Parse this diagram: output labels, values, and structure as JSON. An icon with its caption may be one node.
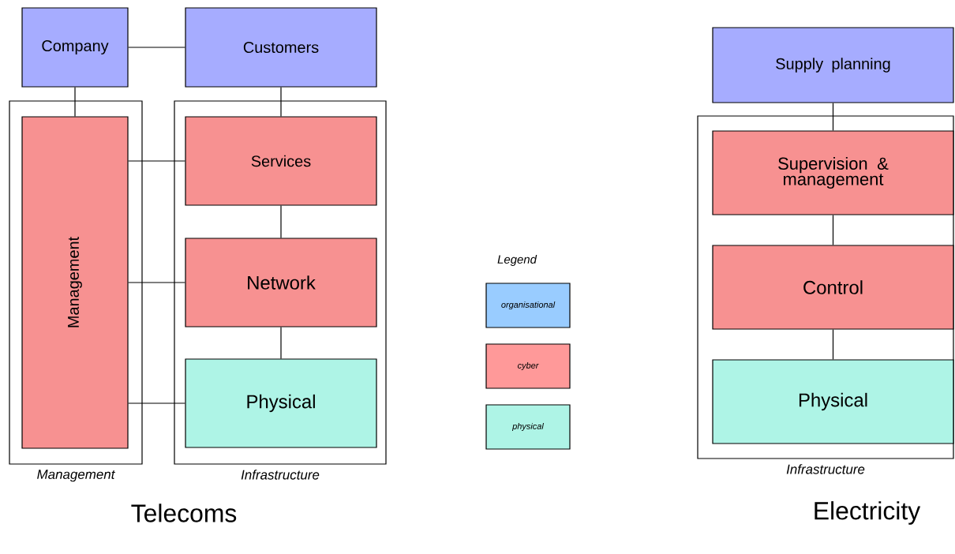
{
  "diagram": {
    "nodes": [
      {
        "text": [
          "Company"
        ]
      },
      {
        "text": [
          "Customers"
        ]
      },
      {
        "text": [
          "Management"
        ]
      },
      {
        "text": [
          "Management"
        ],
        "in": 2
      },
      {
        "text": [
          "Infrastructure"
        ]
      },
      {
        "text": [
          "Services"
        ],
        "in": 4
      },
      {
        "text": [
          "Network"
        ],
        "in": 4
      },
      {
        "text": [
          "Physical"
        ],
        "in": 4
      },
      {
        "text": [
          "Supply planning"
        ]
      },
      {
        "text": [
          "Infrastructure"
        ]
      },
      {
        "text": [
          "Supervision & management"
        ],
        "in": 9
      },
      {
        "text": [
          "Control"
        ],
        "in": 9
      },
      {
        "text": [
          "Physical"
        ],
        "in": 9
      }
    ],
    "edges": [
      {
        "from": 0,
        "to": 1,
        "arrow": "none"
      },
      {
        "from": 0,
        "to": 3,
        "arrow": "none"
      },
      {
        "from": 1,
        "to": 5,
        "arrow": "none"
      },
      {
        "from": 3,
        "to": 5,
        "arrow": "none"
      },
      {
        "from": 3,
        "to": 6,
        "arrow": "none"
      },
      {
        "from": 3,
        "to": 7,
        "arrow": "none"
      },
      {
        "from": 5,
        "to": 6,
        "arrow": "none"
      },
      {
        "from": 6,
        "to": 7,
        "arrow": "none"
      },
      {
        "from": 8,
        "to": 10,
        "arrow": "none"
      },
      {
        "from": 10,
        "to": 11,
        "arrow": "none"
      },
      {
        "from": 11,
        "to": 12,
        "arrow": "none"
      }
    ],
    "labels": [
      "Legend",
      "Telecoms",
      "Electricity"
    ],
    "legend": [
      {
        "text": "organisational",
        "color": "#99ccff"
      },
      {
        "text": "cyber",
        "color": "#ff9999"
      },
      {
        "text": "physical",
        "color": "#aef4e6"
      }
    ]
  }
}
